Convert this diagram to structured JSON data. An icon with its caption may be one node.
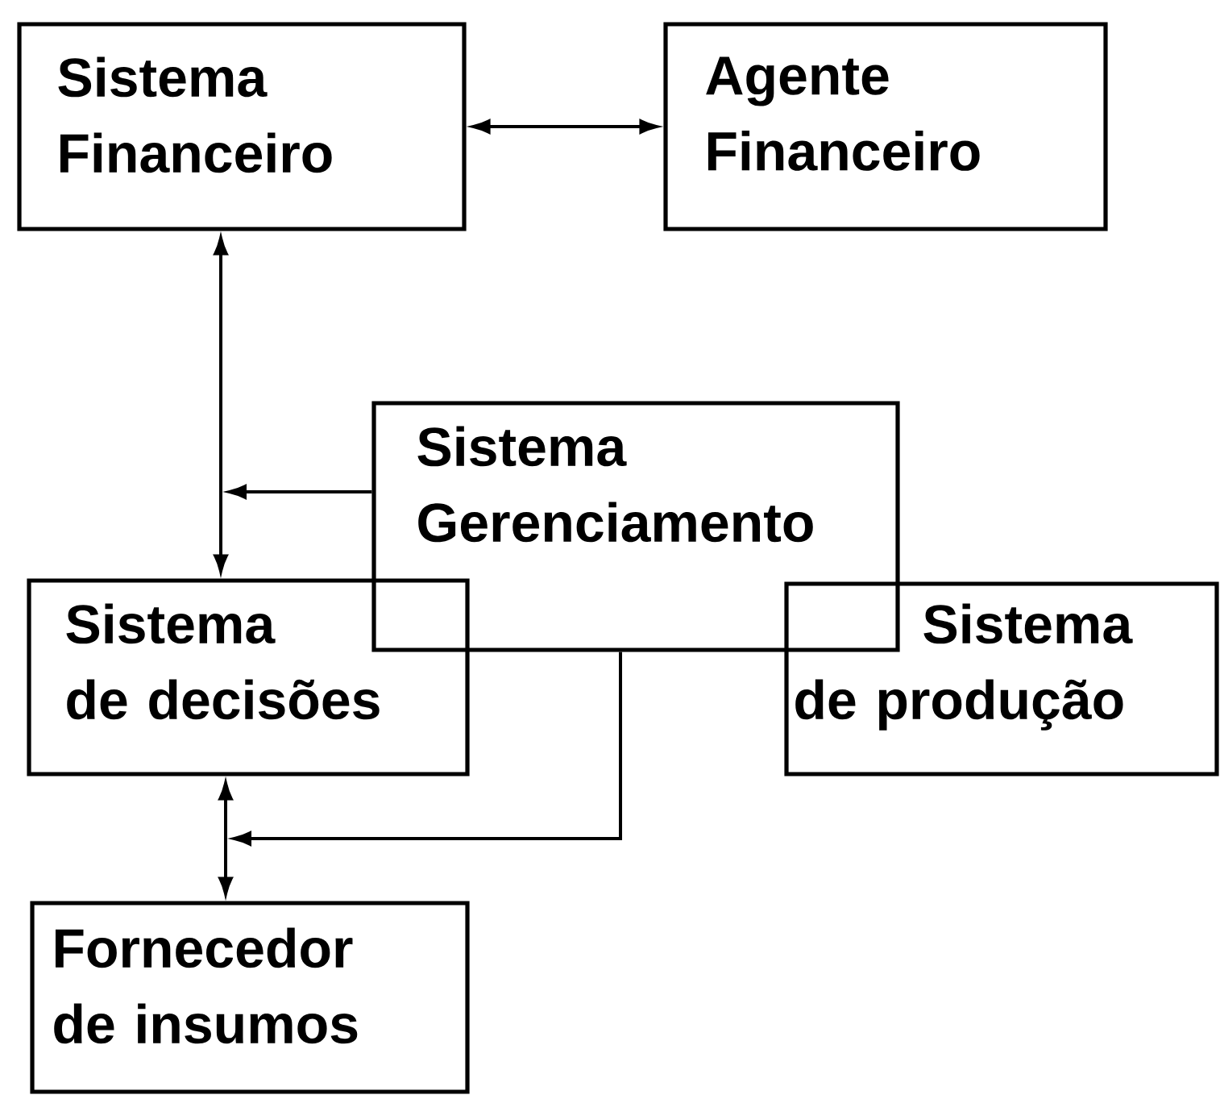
{
  "diagram": {
    "nodes": [
      {
        "text": [
          "Sistema Financeiro"
        ]
      },
      {
        "text": [
          "Agente Financeiro"
        ]
      },
      {
        "text": [
          "Sistema Gerenciamento"
        ]
      },
      {
        "text": [
          "Sistema de decisões"
        ]
      },
      {
        "text": [
          "Sistema de produção"
        ]
      },
      {
        "text": [
          "Fornecedor de insumos"
        ]
      }
    ],
    "edges": [
      {
        "from": 0,
        "to": 1,
        "arrow": "both"
      },
      {
        "from": 0,
        "to": 3,
        "arrow": "both"
      },
      {
        "from": 2,
        "to": null,
        "arrow": "to"
      },
      {
        "from": 3,
        "to": 5,
        "arrow": "both"
      },
      {
        "from": 2,
        "to": null,
        "arrow": "to"
      }
    ]
  }
}
